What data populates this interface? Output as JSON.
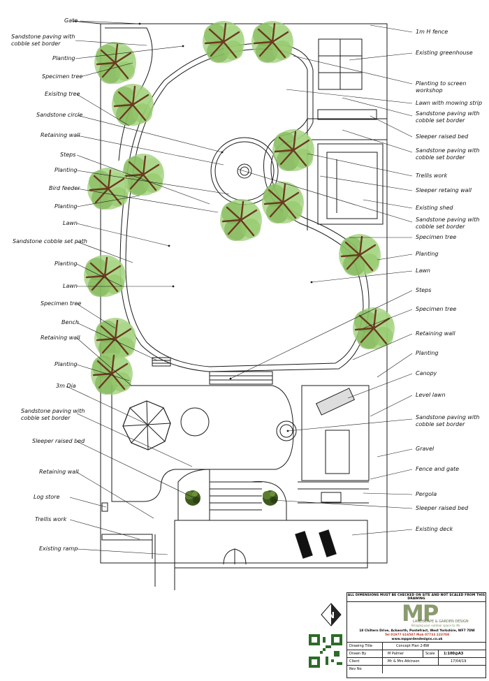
{
  "labels_left": [
    "Gate",
    "Sandstone paving with\ncobble set border",
    "Planting",
    "Specimen tree",
    "Exisitng tree",
    "Sandstone circle",
    "Retaining wall",
    "Steps",
    "Planting",
    "Bird feeder",
    "Planting",
    "Lawn",
    "Sandstone cobble set path",
    "Planting",
    "Lawn",
    "Specimen tree",
    "Bench",
    "Retaining wall",
    "Planting",
    "3m Dia",
    "Sandstone paving with\ncobble set border",
    "Sleeper raised bed",
    "Retaining wall",
    "Log store",
    "Trellis work",
    "Existing ramp"
  ],
  "labels_right": [
    "1m H fence",
    "Existing greenhouse",
    "Planting to screen workshop",
    "Lawn with mowing strip",
    "Sandstone paving with\ncobble set border",
    "Sleeper raised bed",
    "Sandstone paving with\ncobble set border",
    "Trellis work",
    "Sleeper retaing wall",
    "Existing shed",
    "Sandstone paving with\ncobble set border",
    "Specimen tree",
    "Planting",
    "Lawn",
    "Steps",
    "Specimen tree",
    "Retaining wall",
    "Planting",
    "Canopy",
    "Level lawn",
    "Sandstone paving with\ncobble set border",
    "Gravel",
    "Fence and gate",
    "Pergola",
    "Sleeper raised bed",
    "Existing deck"
  ],
  "north_label": "N",
  "title_block": {
    "note": "ALL DIMENSIONS MUST BE CHECKED ON SITE AND NOT SCALED FROM THIS DRAWING",
    "logo_mark": "MP",
    "logo_sub": "LANDSCAPE & GARDEN DESIGN",
    "logo_tagline": "Bringing your outdoor space to life",
    "address_line1": "18 Chiltern Drive, Ackworth, Pontefract, West Yorkshire, WF7 7DW",
    "address_line2": "Tel 01977 616587  Mob 07733 223708",
    "website": "www.mpgardendesigns.co.uk",
    "drawing_title_label": "Drawing Title",
    "drawing_title": "Concept Plan  2-BW",
    "drawn_by_label": "Drawn By",
    "drawn_by": "M Palmer",
    "scale_label": "Scale",
    "scale": "1:100@A3",
    "client_label": "Client",
    "client": "Mr & Mrs Atkinson",
    "date": "17/04/19",
    "rev_label": "Rev No"
  },
  "colors": {
    "line": "#1a1a1a",
    "tree_canopy": "#8fc26a",
    "tree_trunk": "#6b3a1f",
    "shrub": "#3d5a1e"
  }
}
